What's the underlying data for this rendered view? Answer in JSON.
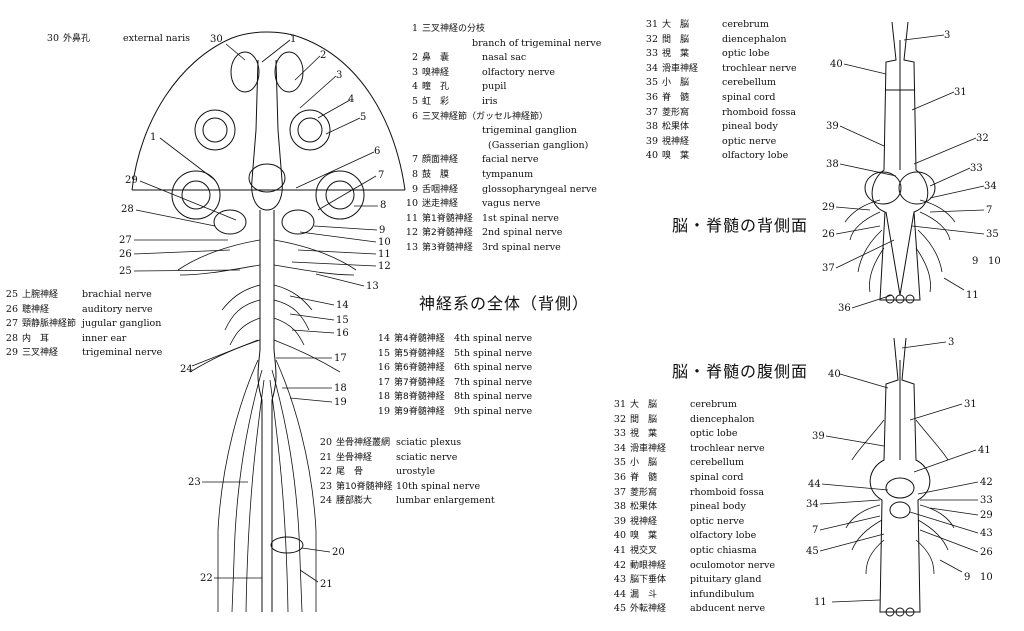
{
  "titles": {
    "whole_dorsal": "神経系の全体（背側）",
    "brain_dorsal": "脳・脊髄の背側面",
    "brain_ventral": "脳・脊髄の腹側面"
  },
  "legend_top_left": [
    {
      "num": "30",
      "jp": "外鼻孔",
      "en": "external naris"
    }
  ],
  "legend_mid_left": [
    {
      "num": "25",
      "jp": "上腕神経",
      "en": "brachial nerve"
    },
    {
      "num": "26",
      "jp": "聴神経",
      "en": "auditory nerve"
    },
    {
      "num": "27",
      "jp": "頸静脈神経節",
      "en": "jugular ganglion"
    },
    {
      "num": "28",
      "jp": "内　耳",
      "en": "inner ear"
    },
    {
      "num": "29",
      "jp": "三叉神経",
      "en": "trigeminal nerve"
    }
  ],
  "legend_center_top": [
    {
      "num": "1",
      "jp": "三叉神経の分枝",
      "en": ""
    },
    {
      "num": "",
      "jp": "",
      "en": "branch of trigeminal nerve"
    },
    {
      "num": "2",
      "jp": "鼻　嚢",
      "en": "nasal sac"
    },
    {
      "num": "3",
      "jp": "嗅神経",
      "en": "olfactory nerve"
    },
    {
      "num": "4",
      "jp": "瞳　孔",
      "en": "pupil"
    },
    {
      "num": "5",
      "jp": "虹　彩",
      "en": "iris"
    },
    {
      "num": "6",
      "jp": "三叉神経節（ガッセル神経節）",
      "en": ""
    },
    {
      "num": "",
      "jp": "",
      "en": "trigeminal ganglion"
    },
    {
      "num": "",
      "jp": "",
      "en": "(Gasserian ganglion)"
    },
    {
      "num": "7",
      "jp": "顔面神経",
      "en": "facial nerve"
    },
    {
      "num": "8",
      "jp": "鼓　膜",
      "en": "tympanum"
    },
    {
      "num": "9",
      "jp": "舌咽神経",
      "en": "glossopharyngeal nerve"
    },
    {
      "num": "10",
      "jp": "迷走神経",
      "en": "vagus nerve"
    },
    {
      "num": "11",
      "jp": "第1脊髄神経",
      "en": "1st spinal nerve"
    },
    {
      "num": "12",
      "jp": "第2脊髄神経",
      "en": "2nd spinal nerve"
    },
    {
      "num": "13",
      "jp": "第3脊髄神経",
      "en": "3rd spinal nerve"
    }
  ],
  "legend_center_mid": [
    {
      "num": "14",
      "jp": "第4脊髄神経",
      "en": "4th spinal nerve"
    },
    {
      "num": "15",
      "jp": "第5脊髄神経",
      "en": "5th spinal nerve"
    },
    {
      "num": "16",
      "jp": "第6脊髄神経",
      "en": "6th spinal nerve"
    },
    {
      "num": "17",
      "jp": "第7脊髄神経",
      "en": "7th spinal nerve"
    },
    {
      "num": "18",
      "jp": "第8脊髄神経",
      "en": "8th spinal nerve"
    },
    {
      "num": "19",
      "jp": "第9脊髄神経",
      "en": "9th spinal nerve"
    }
  ],
  "legend_center_bottom": [
    {
      "num": "20",
      "jp": "坐骨神経叢網",
      "en": "sciatic plexus"
    },
    {
      "num": "21",
      "jp": "坐骨神経",
      "en": "sciatic nerve"
    },
    {
      "num": "22",
      "jp": "尾　骨",
      "en": "urostyle"
    },
    {
      "num": "23",
      "jp": "第10脊髄神経",
      "en": "10th spinal nerve"
    },
    {
      "num": "24",
      "jp": "腰部膨大",
      "en": "lumbar enlargement"
    }
  ],
  "legend_right_top": [
    {
      "num": "31",
      "jp": "大　脳",
      "en": "cerebrum"
    },
    {
      "num": "32",
      "jp": "間　脳",
      "en": "diencephalon"
    },
    {
      "num": "33",
      "jp": "視　葉",
      "en": "optic lobe"
    },
    {
      "num": "34",
      "jp": "滑車神経",
      "en": "trochlear nerve"
    },
    {
      "num": "35",
      "jp": "小　脳",
      "en": "cerebellum"
    },
    {
      "num": "36",
      "jp": "脊　髄",
      "en": "spinal cord"
    },
    {
      "num": "37",
      "jp": "菱形窩",
      "en": "rhomboid fossa"
    },
    {
      "num": "38",
      "jp": "松果体",
      "en": "pineal body"
    },
    {
      "num": "39",
      "jp": "視神経",
      "en": "optic nerve"
    },
    {
      "num": "40",
      "jp": "嗅　葉",
      "en": "olfactory lobe"
    }
  ],
  "legend_right_bottom": [
    {
      "num": "31",
      "jp": "大　脳",
      "en": "cerebrum"
    },
    {
      "num": "32",
      "jp": "間　脳",
      "en": "diencephalon"
    },
    {
      "num": "33",
      "jp": "視　葉",
      "en": "optic lobe"
    },
    {
      "num": "34",
      "jp": "滑車神経",
      "en": "trochlear nerve"
    },
    {
      "num": "35",
      "jp": "小　脳",
      "en": "cerebellum"
    },
    {
      "num": "36",
      "jp": "脊　髄",
      "en": "spinal cord"
    },
    {
      "num": "37",
      "jp": "菱形窩",
      "en": "rhomboid fossa"
    },
    {
      "num": "38",
      "jp": "松果体",
      "en": "pineal body"
    },
    {
      "num": "39",
      "jp": "視神経",
      "en": "optic nerve"
    },
    {
      "num": "40",
      "jp": "嗅　葉",
      "en": "olfactory lobe"
    },
    {
      "num": "41",
      "jp": "視交叉",
      "en": "optic chiasma"
    },
    {
      "num": "42",
      "jp": "動眼神経",
      "en": "oculomotor nerve"
    },
    {
      "num": "43",
      "jp": "脳下垂体",
      "en": "pituitary gland"
    },
    {
      "num": "44",
      "jp": "漏　斗",
      "en": "infundibulum"
    },
    {
      "num": "45",
      "jp": "外転神経",
      "en": "abducent nerve"
    }
  ],
  "callouts_whole": [
    "30",
    "1",
    "2",
    "3",
    "4",
    "5",
    "1",
    "6",
    "29",
    "7",
    "28",
    "8",
    "9",
    "27",
    "10",
    "26",
    "11",
    "12",
    "25",
    "13",
    "14",
    "15",
    "16",
    "24",
    "17",
    "18",
    "19",
    "23",
    "20",
    "22",
    "21"
  ],
  "callouts_dorsal": [
    "3",
    "40",
    "31",
    "39",
    "32",
    "38",
    "33",
    "34",
    "29",
    "7",
    "26",
    "35",
    "37",
    "9",
    "10",
    "11",
    "36"
  ],
  "callouts_ventral": [
    "3",
    "40",
    "31",
    "39",
    "41",
    "44",
    "42",
    "34",
    "33",
    "29",
    "7",
    "43",
    "45",
    "26",
    "9",
    "10",
    "11"
  ]
}
